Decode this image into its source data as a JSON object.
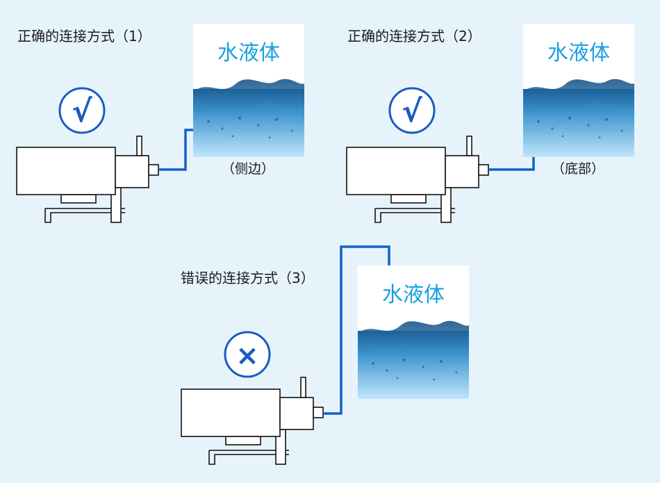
{
  "diagrams": [
    {
      "caption": "正确的连接方式（1）",
      "tank_label": "水液体",
      "connection_label": "（侧边）",
      "status": "correct",
      "status_symbol": "√"
    },
    {
      "caption": "正确的连接方式（2）",
      "tank_label": "水液体",
      "connection_label": "（底部）",
      "status": "correct",
      "status_symbol": "√"
    },
    {
      "caption": "错误的连接方式（3）",
      "tank_label": "水液体",
      "connection_label": "",
      "status": "wrong",
      "status_symbol": "×"
    }
  ],
  "colors": {
    "background": "#e6f3fb",
    "pipe": "#1460c8",
    "badge": "#1a5bc0",
    "tank_label": "#1a9fe0",
    "water_top": "#1c5f9a",
    "water_bottom": "#bfe6fa"
  },
  "icons": {
    "correct": "check-mark-icon",
    "wrong": "cross-mark-icon"
  }
}
